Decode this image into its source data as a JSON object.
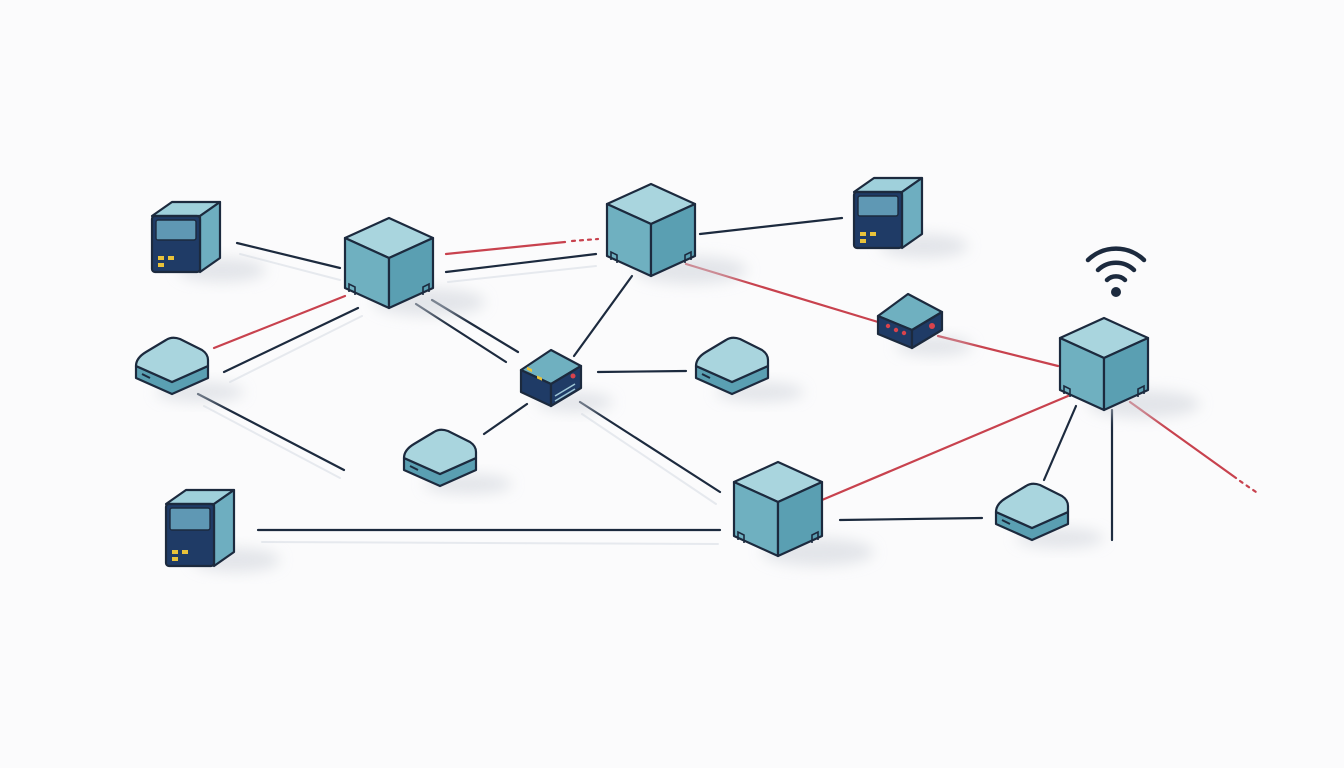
{
  "palette": {
    "background": "#fbfbfc",
    "outline": "#1c2a3e",
    "link_normal": "#1c2a3e",
    "link_alert": "#c8424e",
    "cube_top": "#a9d5de",
    "cube_left": "#6fb0c0",
    "cube_right": "#5a9fb2",
    "server_front": "#1f3b66",
    "server_top": "#9fd0db",
    "server_side": "#6eaec0",
    "led_yellow": "#e8c23a",
    "led_red": "#d9434c",
    "shadow": "#cfd3da"
  },
  "icons": {
    "wifi": "wifi-icon",
    "cube": "cube-switch-icon",
    "server": "server-icon",
    "pad": "pad-device-icon",
    "box": "box-router-icon"
  },
  "nodes": [
    {
      "id": "server-topleft",
      "kind": "server"
    },
    {
      "id": "cube-left",
      "kind": "cube"
    },
    {
      "id": "cube-top",
      "kind": "cube"
    },
    {
      "id": "server-topright",
      "kind": "server"
    },
    {
      "id": "pad-left",
      "kind": "pad"
    },
    {
      "id": "box-center",
      "kind": "box"
    },
    {
      "id": "pad-center",
      "kind": "pad"
    },
    {
      "id": "box-right",
      "kind": "box"
    },
    {
      "id": "cube-wifi",
      "kind": "cube",
      "wireless": true
    },
    {
      "id": "pad-bottomleft",
      "kind": "pad"
    },
    {
      "id": "server-bottomleft",
      "kind": "server"
    },
    {
      "id": "cube-bottom",
      "kind": "cube"
    },
    {
      "id": "pad-right",
      "kind": "pad"
    }
  ],
  "links": [
    {
      "from": "server-topleft",
      "to": "cube-left",
      "state": "normal"
    },
    {
      "from": "cube-left",
      "to": "cube-top",
      "state": "alert"
    },
    {
      "from": "cube-left",
      "to": "cube-top",
      "state": "normal"
    },
    {
      "from": "cube-top",
      "to": "server-topright",
      "state": "normal"
    },
    {
      "from": "cube-left",
      "to": "pad-left",
      "state": "alert"
    },
    {
      "from": "cube-left",
      "to": "pad-left",
      "state": "normal"
    },
    {
      "from": "cube-left",
      "to": "box-center",
      "state": "normal"
    },
    {
      "from": "cube-top",
      "to": "box-center",
      "state": "normal"
    },
    {
      "from": "box-center",
      "to": "pad-center",
      "state": "normal"
    },
    {
      "from": "box-center",
      "to": "pad-bottomleft",
      "state": "normal"
    },
    {
      "from": "box-center",
      "to": "cube-bottom",
      "state": "normal"
    },
    {
      "from": "pad-left",
      "to": "pad-left-end",
      "state": "normal"
    },
    {
      "from": "cube-top",
      "to": "box-right",
      "state": "alert"
    },
    {
      "from": "box-right",
      "to": "cube-wifi",
      "state": "alert"
    },
    {
      "from": "cube-wifi",
      "to": "cube-bottom",
      "state": "alert"
    },
    {
      "from": "cube-wifi",
      "to": "pad-right",
      "state": "normal"
    },
    {
      "from": "cube-wifi",
      "to": "cube-wifi-down",
      "state": "normal"
    },
    {
      "from": "cube-wifi",
      "to": "cube-wifi-out",
      "state": "alert"
    },
    {
      "from": "server-bottomleft",
      "to": "cube-bottom",
      "state": "normal"
    },
    {
      "from": "cube-bottom",
      "to": "pad-right",
      "state": "normal"
    }
  ]
}
